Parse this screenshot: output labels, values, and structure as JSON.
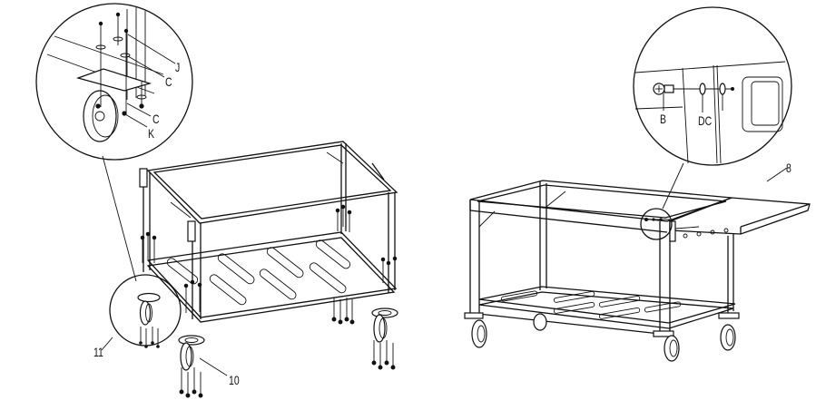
{
  "diagram": {
    "type": "assembly-instructions",
    "views": [
      {
        "id": "left-view",
        "description": "Cart frame with bottom slotted shelf, casters being attached with bolts",
        "callouts": [
          {
            "label": "J",
            "part": "bolt"
          },
          {
            "label": "C",
            "part": "washer (top)"
          },
          {
            "label": "C",
            "part": "washer (bottom)"
          },
          {
            "label": "K",
            "part": "nut"
          },
          {
            "label": "11",
            "part": "locking caster (detail circle)"
          },
          {
            "label": "10",
            "part": "caster"
          }
        ]
      },
      {
        "id": "right-view",
        "description": "Assembled cart with side shelf attached",
        "callouts": [
          {
            "label": "B",
            "part": "screw"
          },
          {
            "label": "DC",
            "part": "washers"
          },
          {
            "label": "8",
            "part": "side shelf"
          }
        ]
      }
    ]
  },
  "labels": {
    "J": "J",
    "C1": "C",
    "C2": "C",
    "K": "K",
    "n11": "11",
    "n10": "10",
    "B": "B",
    "DC": "DC",
    "n8": "8"
  },
  "colors": {
    "line": "#111111",
    "background": "#ffffff"
  }
}
